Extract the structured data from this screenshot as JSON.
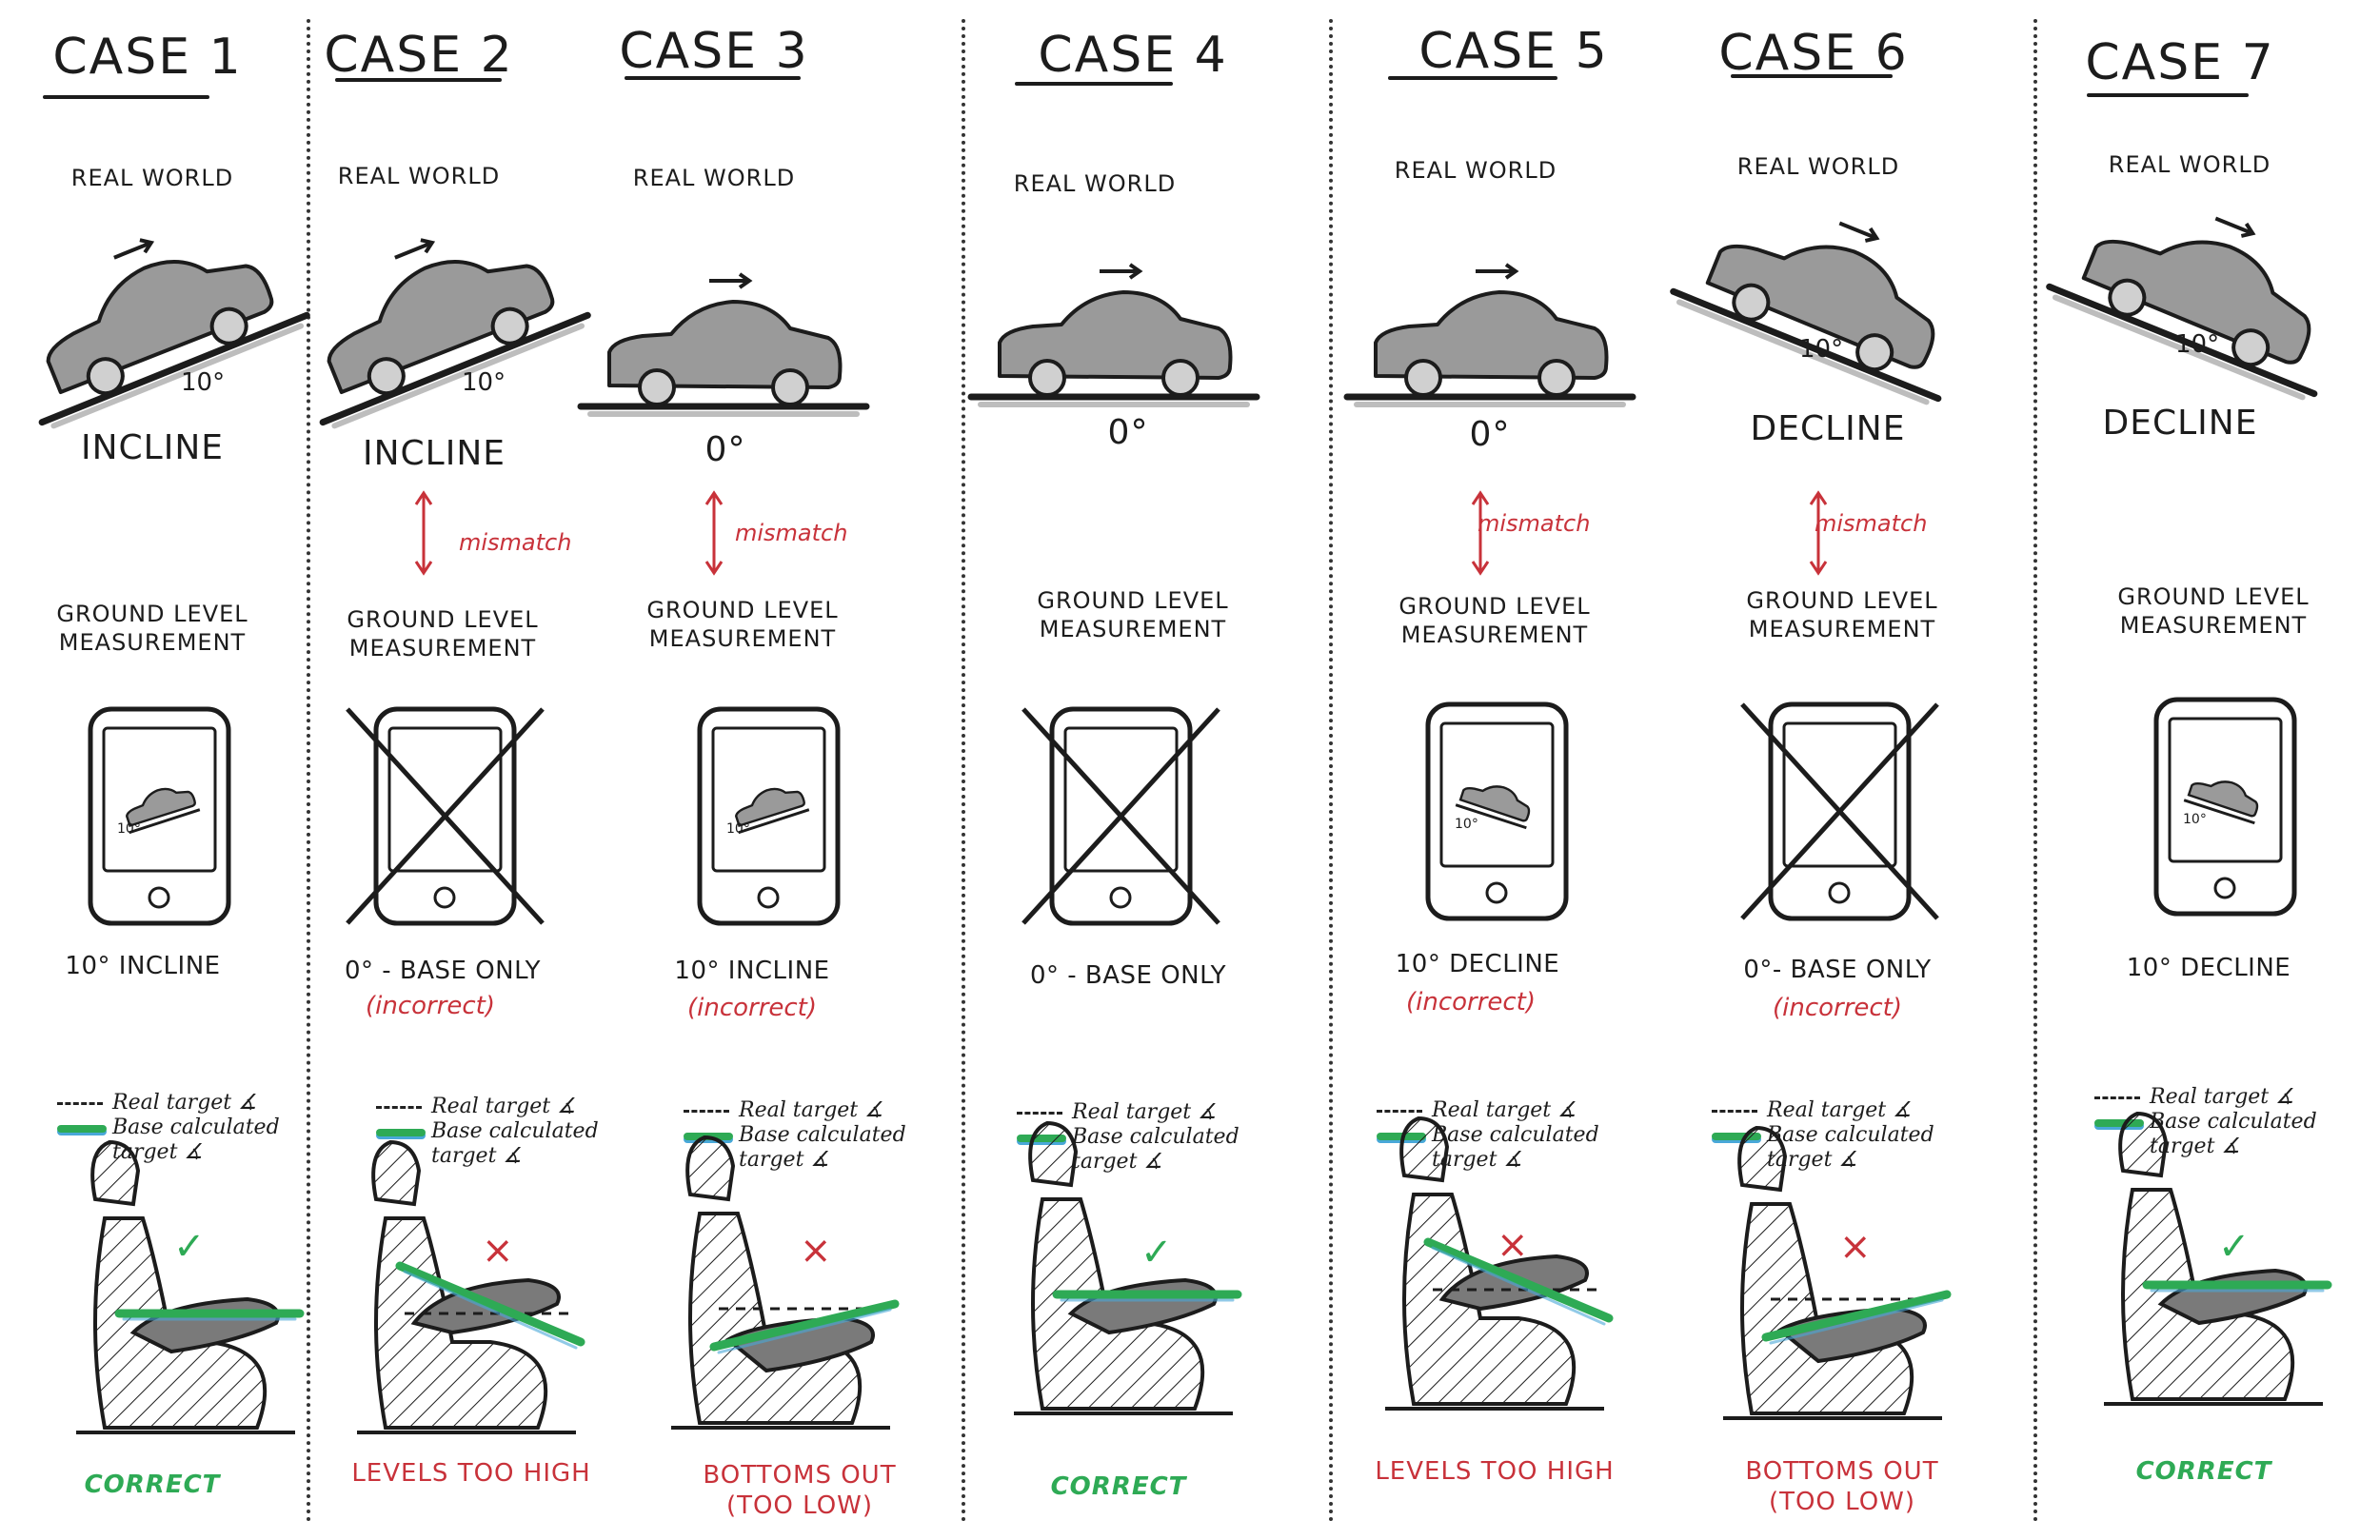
{
  "colors": {
    "ink": "#1c1c1c",
    "error_red": "#c8323a",
    "correct_green": "#2eaa55",
    "base_calc_blue": "#49a8d8",
    "car_fill": "#9a9a9a"
  },
  "legend": {
    "real": "Real target ∡",
    "base_line1": "Base calculated",
    "base_line2": "target ∡"
  },
  "cases": [
    {
      "title": "CASE 1",
      "real_world": "REAL WORLD",
      "world_angle": "10°",
      "world_label": "INCLINE",
      "mismatch": "",
      "ground_line1": "GROUND LEVEL",
      "ground_line2": "MEASUREMENT",
      "phone_crossed": false,
      "phone_angle": "10°",
      "measurement": "10° INCLINE",
      "measurement_note": "",
      "check_mark": "✓",
      "result_line1": "CORRECT",
      "result_line2": ""
    },
    {
      "title": "CASE 2",
      "real_world": "REAL WORLD",
      "world_angle": "10°",
      "world_label": "INCLINE",
      "mismatch": "mismatch",
      "ground_line1": "GROUND LEVEL",
      "ground_line2": "MEASUREMENT",
      "phone_crossed": true,
      "phone_angle": "",
      "measurement": "0° - BASE ONLY",
      "measurement_note": "(incorrect)",
      "check_mark": "×",
      "result_line1": "LEVELS TOO HIGH",
      "result_line2": ""
    },
    {
      "title": "CASE 3",
      "real_world": "REAL WORLD",
      "world_angle": "",
      "world_label": "0°",
      "mismatch": "mismatch",
      "ground_line1": "GROUND LEVEL",
      "ground_line2": "MEASUREMENT",
      "phone_crossed": false,
      "phone_angle": "10°",
      "measurement": "10° INCLINE",
      "measurement_note": "(incorrect)",
      "check_mark": "×",
      "result_line1": "BOTTOMS OUT",
      "result_line2": "(TOO LOW)"
    },
    {
      "title": "CASE 4",
      "real_world": "REAL WORLD",
      "world_angle": "",
      "world_label": "0°",
      "mismatch": "",
      "ground_line1": "GROUND LEVEL",
      "ground_line2": "MEASUREMENT",
      "phone_crossed": true,
      "phone_angle": "",
      "measurement": "0° - BASE ONLY",
      "measurement_note": "",
      "check_mark": "✓",
      "result_line1": "CORRECT",
      "result_line2": ""
    },
    {
      "title": "CASE 5",
      "real_world": "REAL WORLD",
      "world_angle": "",
      "world_label": "0°",
      "mismatch": "mismatch",
      "ground_line1": "GROUND LEVEL",
      "ground_line2": "MEASUREMENT",
      "phone_crossed": false,
      "phone_angle": "10°",
      "measurement": "10° DECLINE",
      "measurement_note": "(incorrect)",
      "check_mark": "×",
      "result_line1": "LEVELS TOO HIGH",
      "result_line2": ""
    },
    {
      "title": "CASE 6",
      "real_world": "REAL WORLD",
      "world_angle": "10°",
      "world_label": "DECLINE",
      "mismatch": "mismatch",
      "ground_line1": "GROUND LEVEL",
      "ground_line2": "MEASUREMENT",
      "phone_crossed": true,
      "phone_angle": "",
      "measurement": "0°- BASE ONLY",
      "measurement_note": "(incorrect)",
      "check_mark": "×",
      "result_line1": "BOTTOMS OUT",
      "result_line2": "(TOO LOW)"
    },
    {
      "title": "CASE 7",
      "real_world": "REAL WORLD",
      "world_angle": "10°",
      "world_label": "DECLINE",
      "mismatch": "",
      "ground_line1": "GROUND LEVEL",
      "ground_line2": "MEASUREMENT",
      "phone_crossed": false,
      "phone_angle": "10°",
      "measurement": "10° DECLINE",
      "measurement_note": "",
      "check_mark": "✓",
      "result_line1": "CORRECT",
      "result_line2": ""
    }
  ]
}
